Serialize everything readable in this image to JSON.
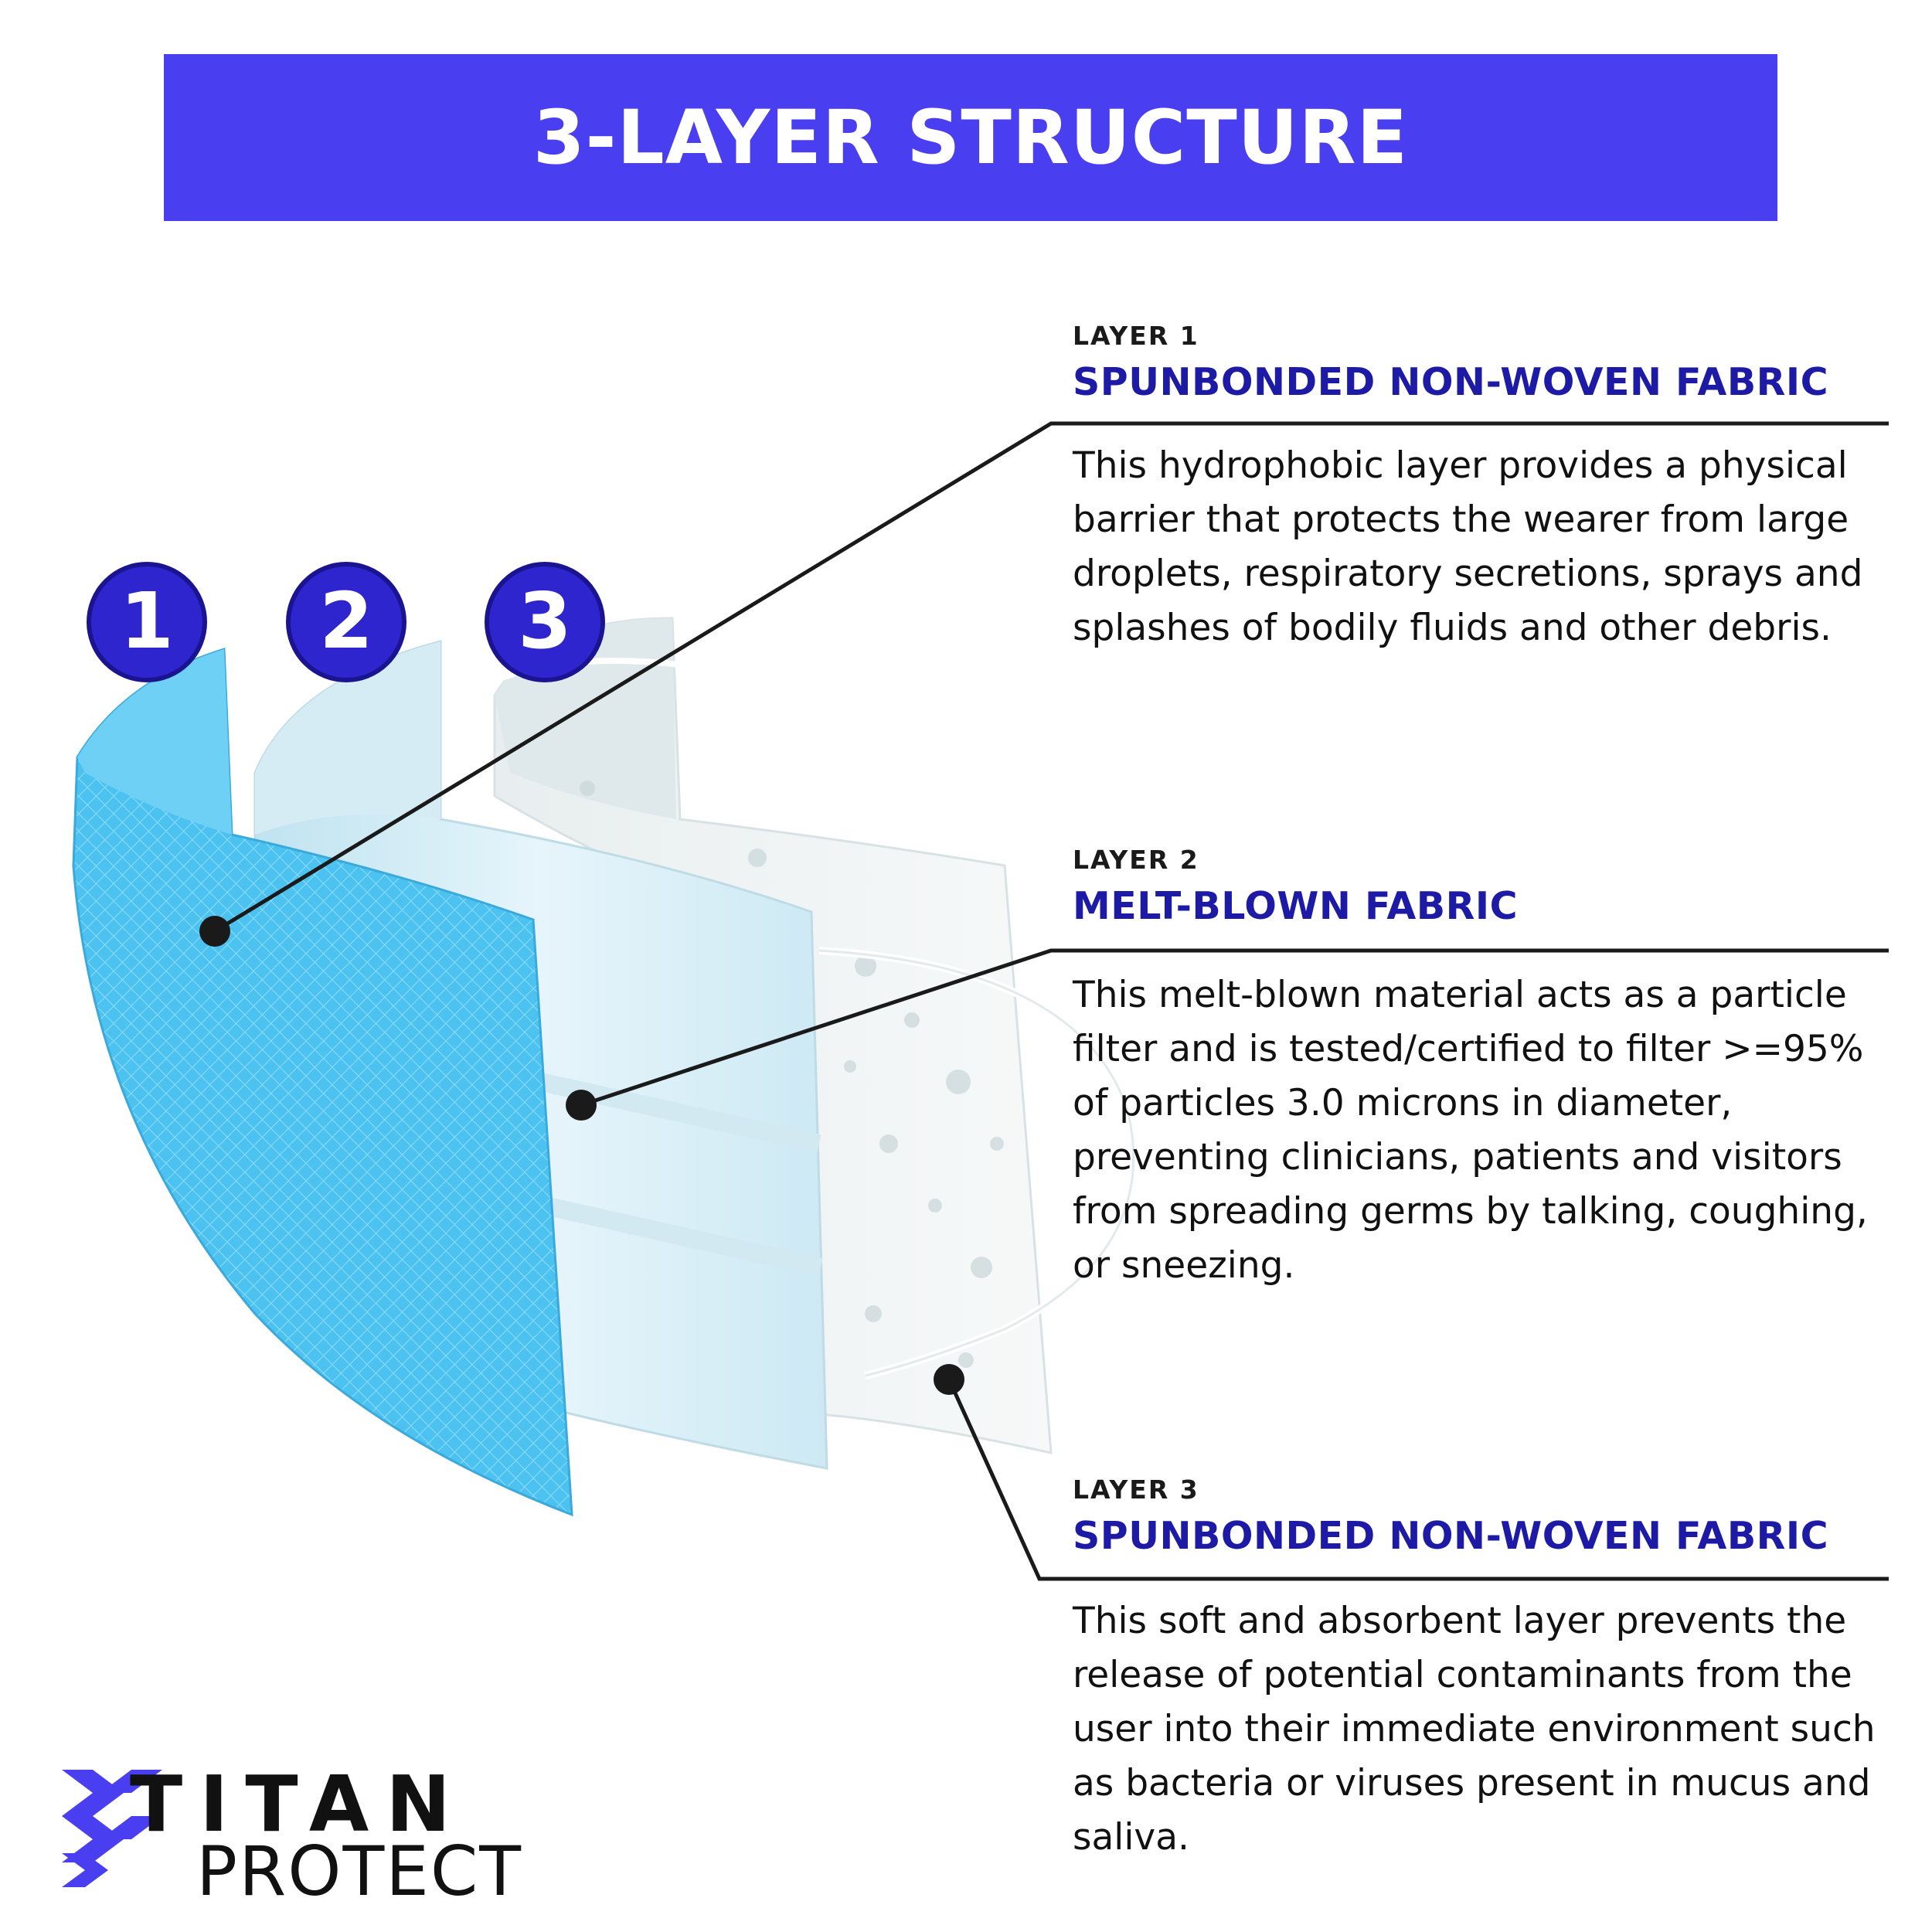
{
  "banner": {
    "title": "3-LAYER STRUCTURE",
    "color": "#4a3ff0"
  },
  "badges": [
    "1",
    "2",
    "3"
  ],
  "layers": [
    {
      "label": "LAYER 1",
      "title": "SPUNBONDED NON-WOVEN FABRIC",
      "description": "This hydrophobic layer provides a physical barrier that protects the wearer from large droplets, respiratory secretions, sprays and splashes of bodily fluids and other debris."
    },
    {
      "label": "LAYER 2",
      "title": "MELT-BLOWN FABRIC",
      "description": "This melt-blown material acts as a particle filter and is tested/certified to filter >=95% of particles 3.0 microns in diameter, preventing clinicians, patients and visitors from spreading germs by talking, coughing, or sneezing."
    },
    {
      "label": "LAYER 3",
      "title": "SPUNBONDED NON-WOVEN FABRIC",
      "description": "This soft and absorbent layer prevents the release of potential contaminants from the user into their immediate environment such as bacteria or viruses present in mucus and saliva."
    }
  ],
  "logo": {
    "name": "TITAN",
    "sub": "PROTECT",
    "icon": "titan-chevron-logo-icon",
    "color": "#4a3ff0"
  },
  "colors": {
    "title_blue": "#1d1aa6",
    "layer1_fill": "#4cc2f0",
    "badge_fill": "#2e25cf"
  }
}
